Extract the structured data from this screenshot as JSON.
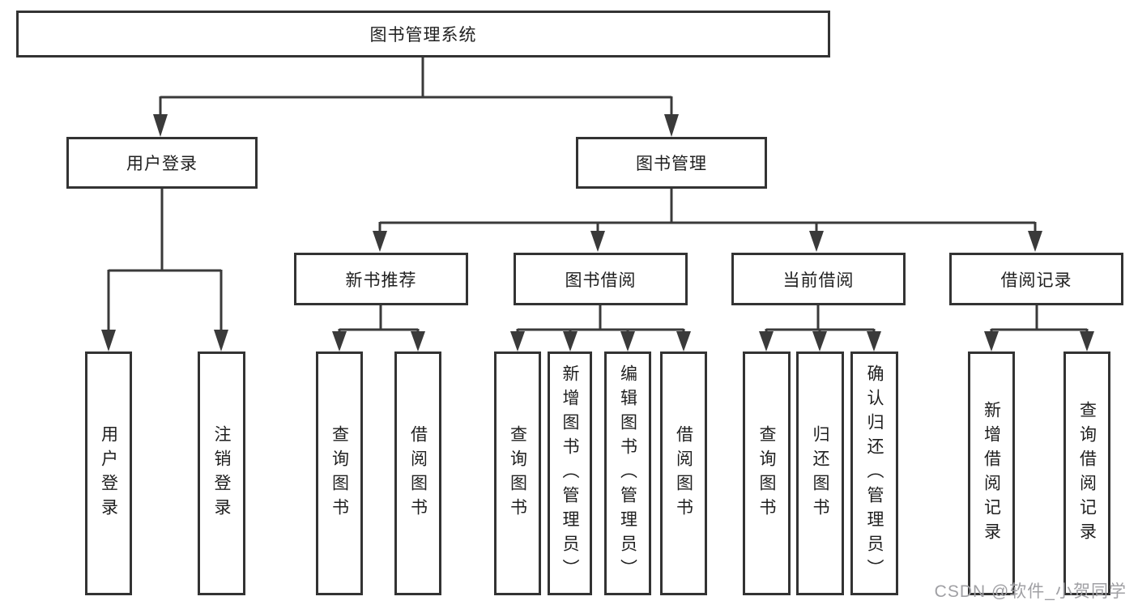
{
  "tree": {
    "label": "图书管理系统",
    "children": [
      {
        "label": "用户登录",
        "children": [
          {
            "label": "用户登录"
          },
          {
            "label": "注销登录"
          }
        ]
      },
      {
        "label": "图书管理",
        "children": [
          {
            "label": "新书推荐",
            "children": [
              {
                "label": "查询图书"
              },
              {
                "label": "借阅图书"
              }
            ]
          },
          {
            "label": "图书借阅",
            "children": [
              {
                "label": "查询图书"
              },
              {
                "label": "新增图书（管理员）"
              },
              {
                "label": "编辑图书（管理员）"
              },
              {
                "label": "借阅图书"
              }
            ]
          },
          {
            "label": "当前借阅",
            "children": [
              {
                "label": "查询图书"
              },
              {
                "label": "归还图书"
              },
              {
                "label": "确认归还（管理员）"
              }
            ]
          },
          {
            "label": "借阅记录",
            "children": [
              {
                "label": "新增借阅记录"
              },
              {
                "label": "查询借阅记录"
              }
            ]
          }
        ]
      }
    ]
  },
  "watermark": {
    "text": "CSDN @软件_小贺同学"
  },
  "colors": {
    "line": "#3a3a3a",
    "box_border": "#333333",
    "text": "#1f1f1f",
    "watermark": "#a0a0a4",
    "background": "#ffffff"
  }
}
